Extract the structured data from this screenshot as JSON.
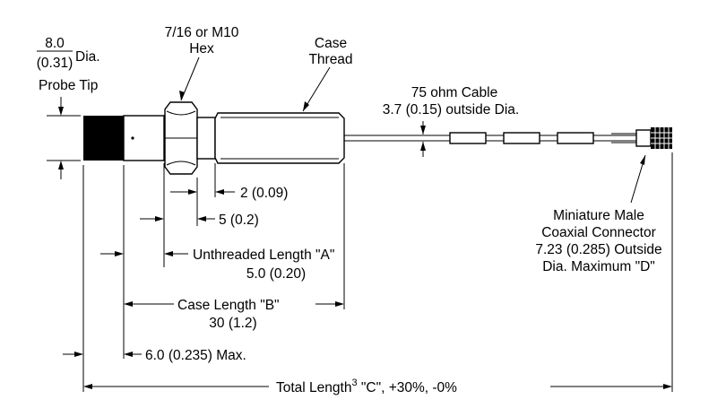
{
  "labels": {
    "tip_dia_num": "8.0",
    "tip_dia_den": "(0.31)",
    "tip_dia_suffix": "Dia.",
    "probe_tip": "Probe Tip",
    "hex_line1": "7/16 or M10",
    "hex_line2": "Hex",
    "case_line1": "Case",
    "case_line2": "Thread",
    "cable_line1": "75 ohm Cable",
    "cable_line2": "3.7 (0.15) outside Dia.",
    "dim_2": "2 (0.09)",
    "dim_5": "5 (0.2)",
    "unthreaded_line1": "Unthreaded Length \"A\"",
    "unthreaded_line2": "5.0 (0.20)",
    "case_length_line1": "Case Length \"B\"",
    "case_length_line2": "30 (1.2)",
    "tip_length": "6.0 (0.235) Max.",
    "total_prefix": "Total Length",
    "total_sup": "3",
    "total_suffix": " \"C\", +30%, -0%",
    "connector_line1": "Miniature Male",
    "connector_line2": "Coaxial Connector",
    "connector_line3": "7.23 (0.285) Outside",
    "connector_line4": "Dia. Maximum \"D\""
  },
  "colors": {
    "ink": "#000000",
    "background": "#ffffff"
  }
}
